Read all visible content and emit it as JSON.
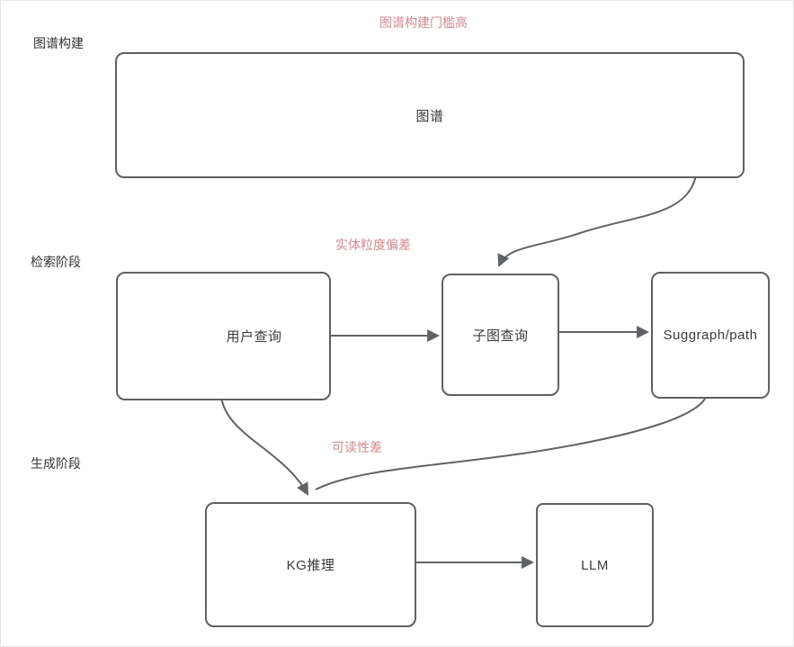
{
  "stage_labels": {
    "build": "图谱构建",
    "retrieval": "检索阶段",
    "generation": "生成阶段"
  },
  "annotations": {
    "build_threshold": "图谱构建门槛高",
    "entity_granularity": "实体粒度偏差",
    "readability": "可读性差"
  },
  "nodes": {
    "graph": "图谱",
    "user_query": "用户查询",
    "subgraph_query": "子图查询",
    "suggraph_path": "Suggraph/path",
    "kg_reasoning": "KG推理",
    "llm": "LLM"
  },
  "icons": {
    "user_query": "person-icon"
  },
  "colors": {
    "annotation": "#dd8888",
    "stroke": "#5f6368",
    "box_border": "#606060",
    "text": "#3a3a3a"
  }
}
